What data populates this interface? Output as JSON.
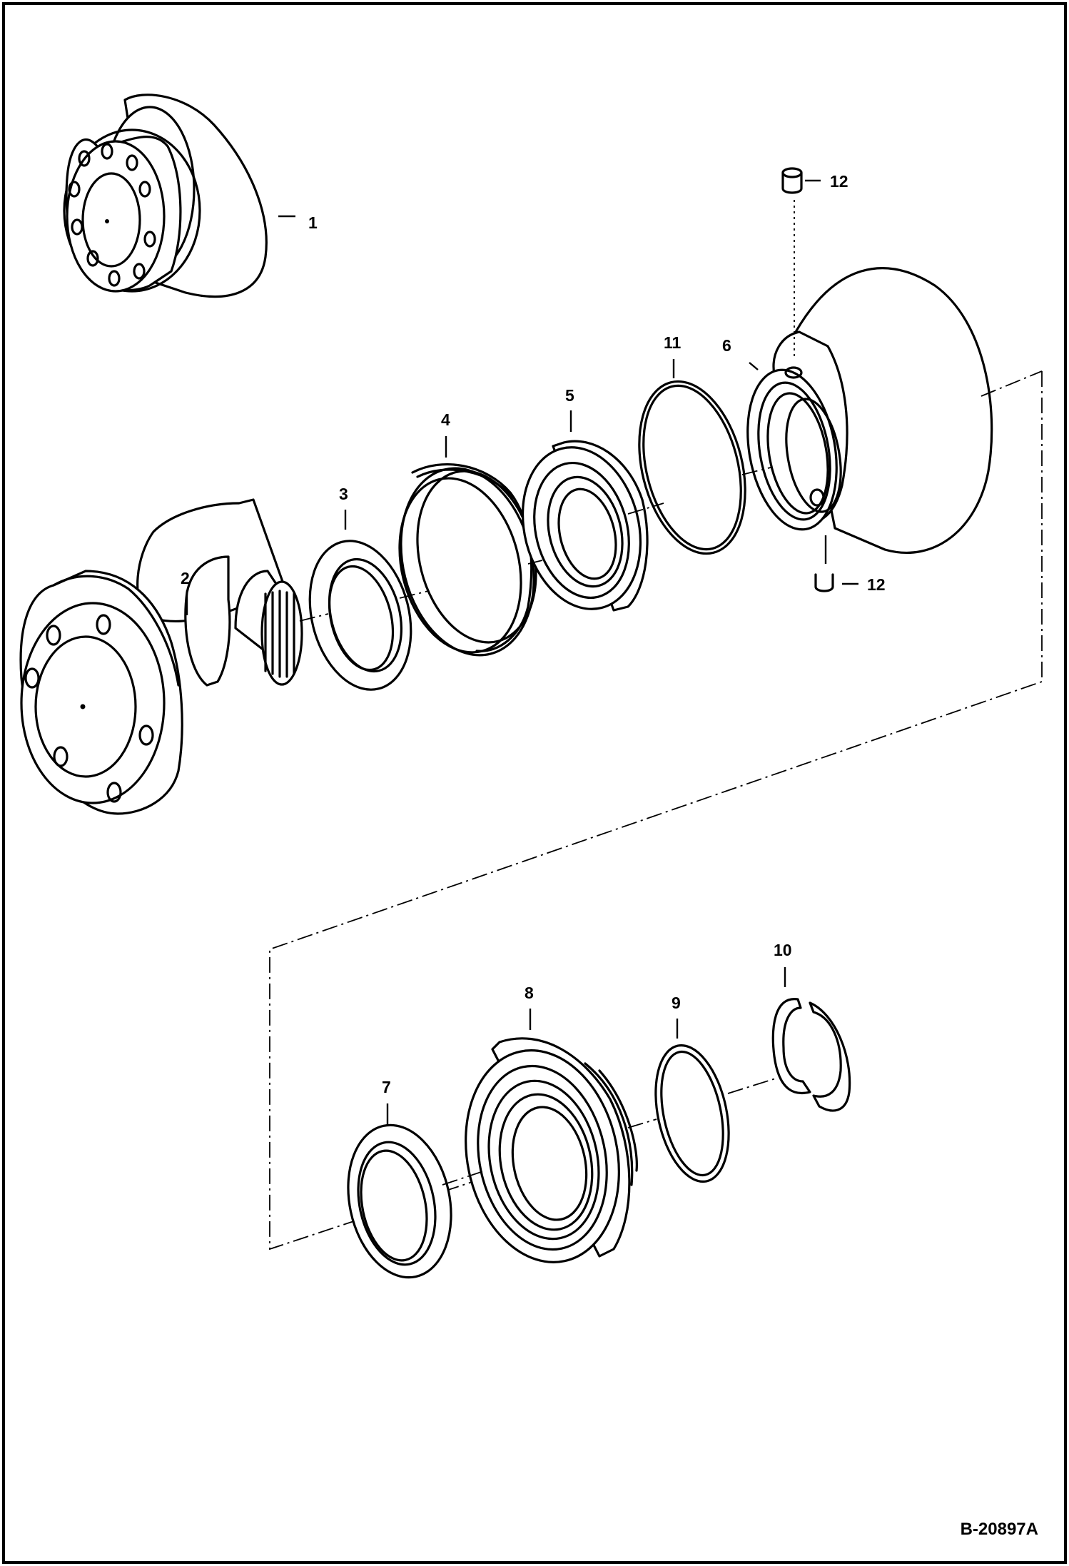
{
  "callouts": {
    "c1": "1",
    "c2": "2",
    "c3": "3",
    "c4": "4",
    "c5": "5",
    "c6": "6",
    "c7": "7",
    "c8": "8",
    "c9": "9",
    "c10": "10",
    "c11": "11",
    "c12_top": "12",
    "c12_bottom": "12"
  },
  "drawing_code": "B-20897A"
}
